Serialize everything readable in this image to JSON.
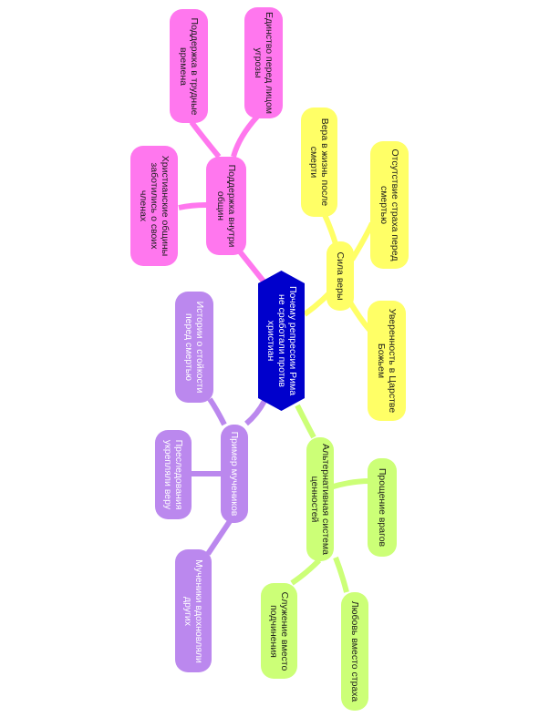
{
  "center": {
    "label": "Почему репрессии Рима не сработали против христиан",
    "color": "#0000cc"
  },
  "branches": {
    "faith": {
      "color": "#ffff66",
      "label": "Сила веры",
      "children": [
        "Вера в жизнь после смерти",
        "Отсутствие страха перед смертью",
        "Уверенность в Царстве Божьем"
      ]
    },
    "community": {
      "color": "#ff77ee",
      "label": "Поддержка внутри общин",
      "children": [
        "Единство перед лицом угрозы",
        "Поддержка в трудные времена",
        "Христианские общины заботились о своих членах"
      ]
    },
    "martyrs": {
      "color": "#bb88ee",
      "label": "Пример мучеников",
      "children": [
        "Истории о стойкости перед смертью",
        "Преследования укрепляли веру",
        "Мученики вдохновляли других"
      ]
    },
    "values": {
      "color": "#ccff77",
      "label": "Альтернативная система ценностей",
      "children": [
        "Прощение врагов",
        "Служение вместо подчинения",
        "Любовь вместо страха"
      ]
    }
  }
}
